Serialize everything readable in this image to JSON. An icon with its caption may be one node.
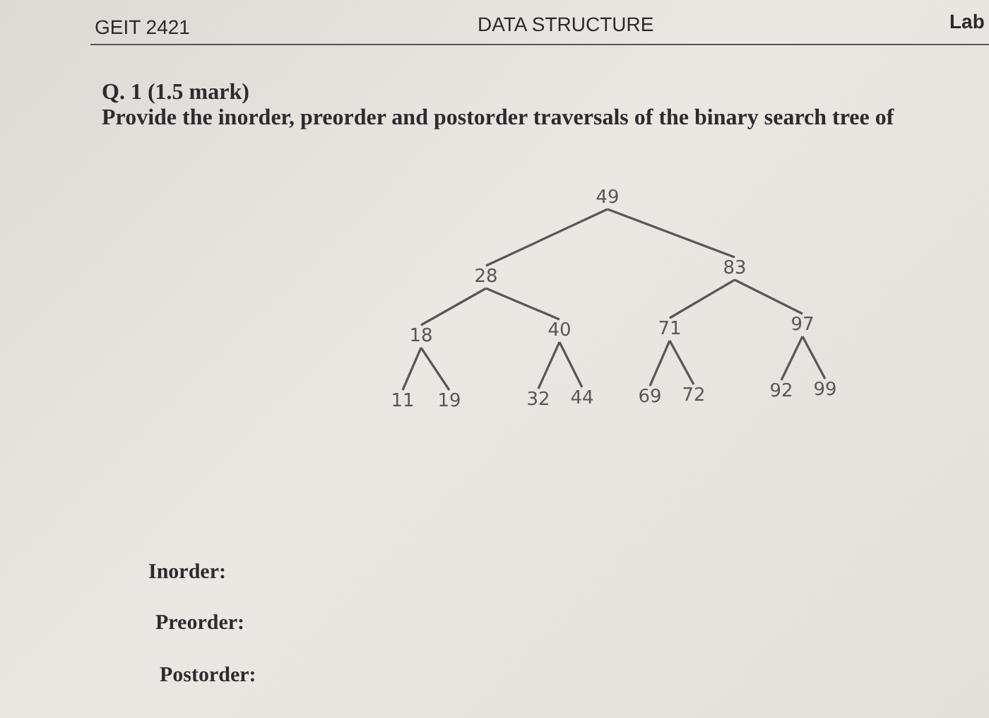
{
  "diagram": {
    "nodes": [
      {
        "text": [
          "49"
        ]
      },
      {
        "text": [
          "28"
        ]
      },
      {
        "text": [
          "83"
        ]
      },
      {
        "text": [
          "18"
        ]
      },
      {
        "text": [
          "40"
        ]
      },
      {
        "text": [
          "71"
        ]
      },
      {
        "text": [
          "97"
        ]
      },
      {
        "text": [
          "11"
        ]
      },
      {
        "text": [
          "19"
        ]
      },
      {
        "text": [
          "32"
        ]
      },
      {
        "text": [
          "44"
        ]
      },
      {
        "text": [
          "69"
        ]
      },
      {
        "text": [
          "72"
        ]
      },
      {
        "text": [
          "92"
        ]
      },
      {
        "text": [
          "99"
        ]
      }
    ],
    "edges": [
      {
        "from": 0,
        "to": 1,
        "arrow": "none"
      },
      {
        "from": 0,
        "to": 2,
        "arrow": "none"
      },
      {
        "from": 1,
        "to": 3,
        "arrow": "none"
      },
      {
        "from": 1,
        "to": 4,
        "arrow": "none"
      },
      {
        "from": 2,
        "to": 5,
        "arrow": "none"
      },
      {
        "from": 2,
        "to": 6,
        "arrow": "none"
      },
      {
        "from": 3,
        "to": 7,
        "arrow": "none"
      },
      {
        "from": 3,
        "to": 8,
        "arrow": "none"
      },
      {
        "from": 4,
        "to": 9,
        "arrow": "none"
      },
      {
        "from": 4,
        "to": 10,
        "arrow": "none"
      },
      {
        "from": 5,
        "to": 11,
        "arrow": "none"
      },
      {
        "from": 5,
        "to": 12,
        "arrow": "none"
      },
      {
        "from": 6,
        "to": 13,
        "arrow": "none"
      },
      {
        "from": 6,
        "to": 14,
        "arrow": "none"
      }
    ],
    "labels": [
      "GEIT 2421",
      "DATA STRUCTURE",
      "Lab",
      "Q. 1 (1.5 mark)",
      "Provide the inorder, preorder and postorder traversals of the binary search tree of",
      "Inorder:",
      "Preorder:",
      "Postorder:"
    ]
  }
}
